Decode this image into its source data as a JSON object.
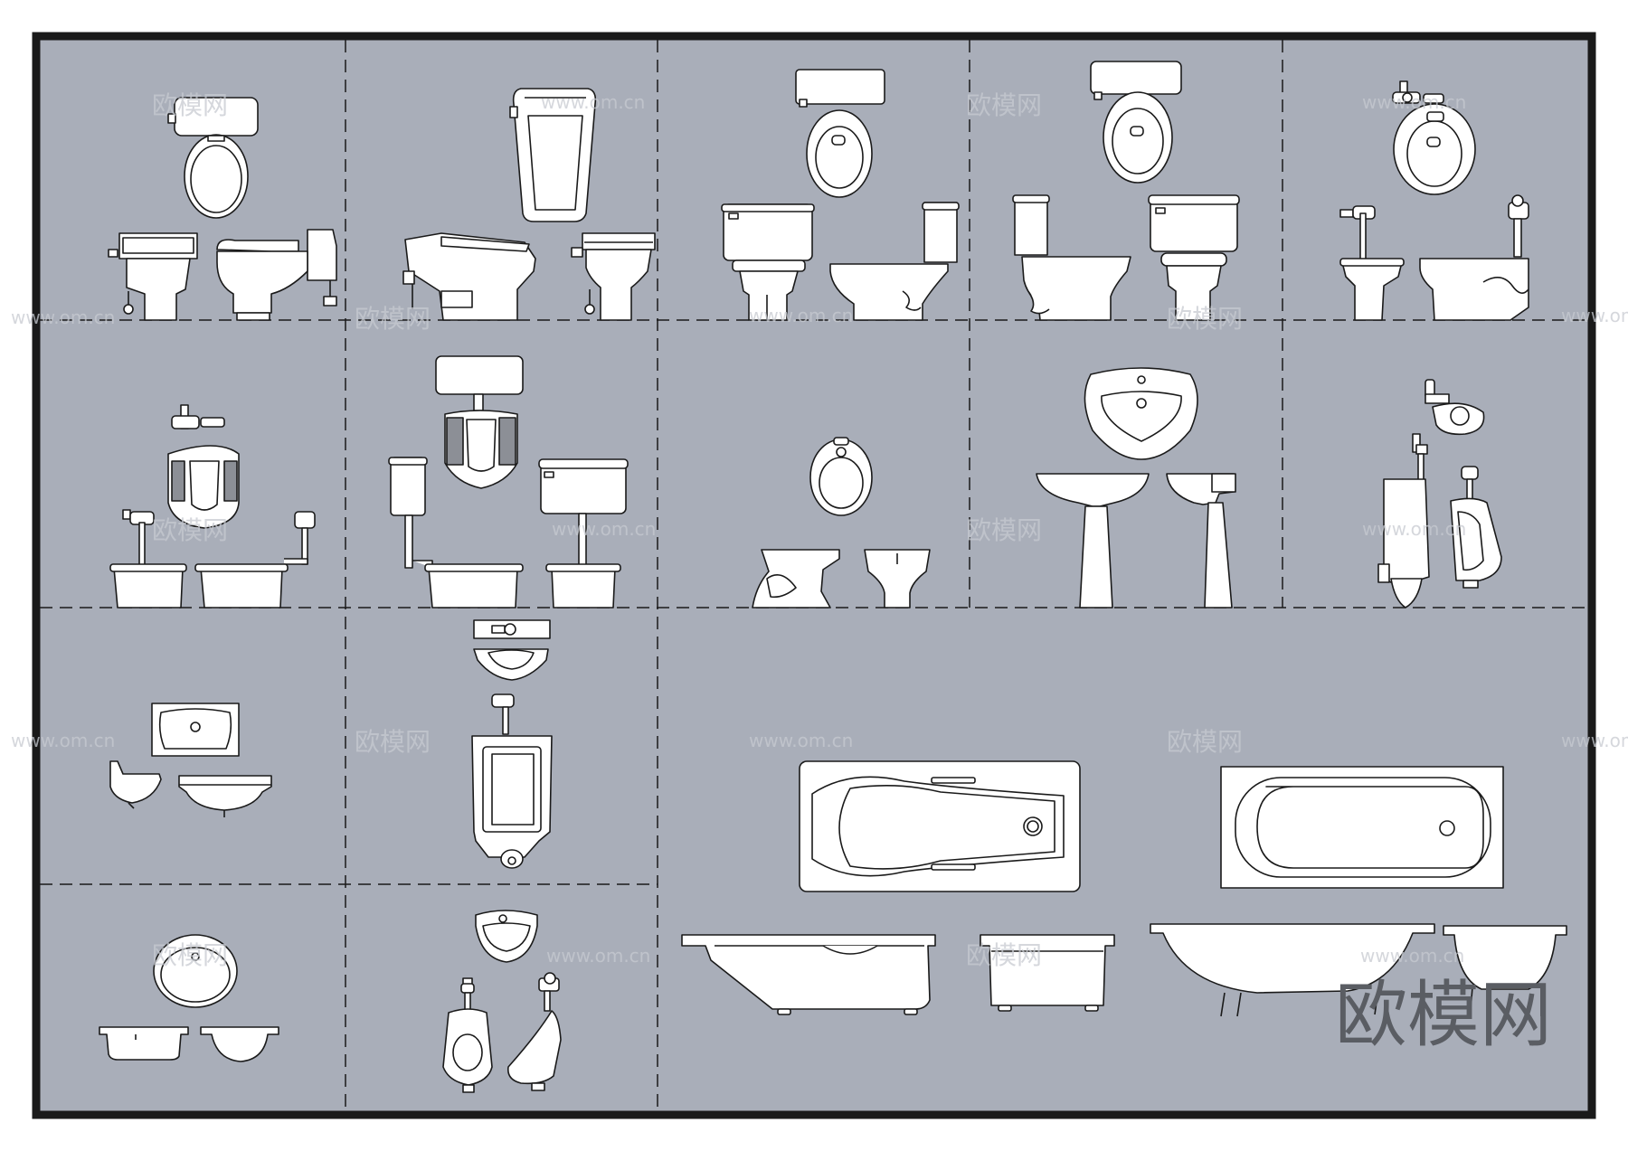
{
  "sheet": {
    "background": "#ffffff",
    "panel_fill": "#a9aeb9",
    "line_color": "#1a1a1a",
    "fixture_fill": "#ffffff"
  },
  "watermark": {
    "url": "www.om.cn",
    "brand": "欧模网",
    "logo_text": "欧模网"
  },
  "cells": [
    {
      "id": "toilet-set-1",
      "icon": "toilet-icon"
    },
    {
      "id": "smart-toilet-set",
      "icon": "smart-toilet-icon"
    },
    {
      "id": "close-coupled-toilet-set",
      "icon": "toilet-icon"
    },
    {
      "id": "two-piece-toilet-set",
      "icon": "toilet-icon"
    },
    {
      "id": "flush-valve-toilet-set",
      "icon": "flush-valve-icon"
    },
    {
      "id": "squat-toilet-flush-valve-set",
      "icon": "squat-toilet-icon"
    },
    {
      "id": "squat-toilet-tank-set",
      "icon": "squat-toilet-icon"
    },
    {
      "id": "bidet-set",
      "icon": "bidet-icon"
    },
    {
      "id": "pedestal-basin-set",
      "icon": "pedestal-basin-icon"
    },
    {
      "id": "urinal-set-1",
      "icon": "urinal-icon"
    },
    {
      "id": "wall-basin-set",
      "icon": "wall-basin-icon"
    },
    {
      "id": "stall-urinal-set",
      "icon": "urinal-icon"
    },
    {
      "id": "bathtub-set",
      "icon": "bathtub-icon"
    },
    {
      "id": "oval-basin-set",
      "icon": "oval-basin-icon"
    },
    {
      "id": "urinal-set-2",
      "icon": "urinal-icon"
    }
  ]
}
